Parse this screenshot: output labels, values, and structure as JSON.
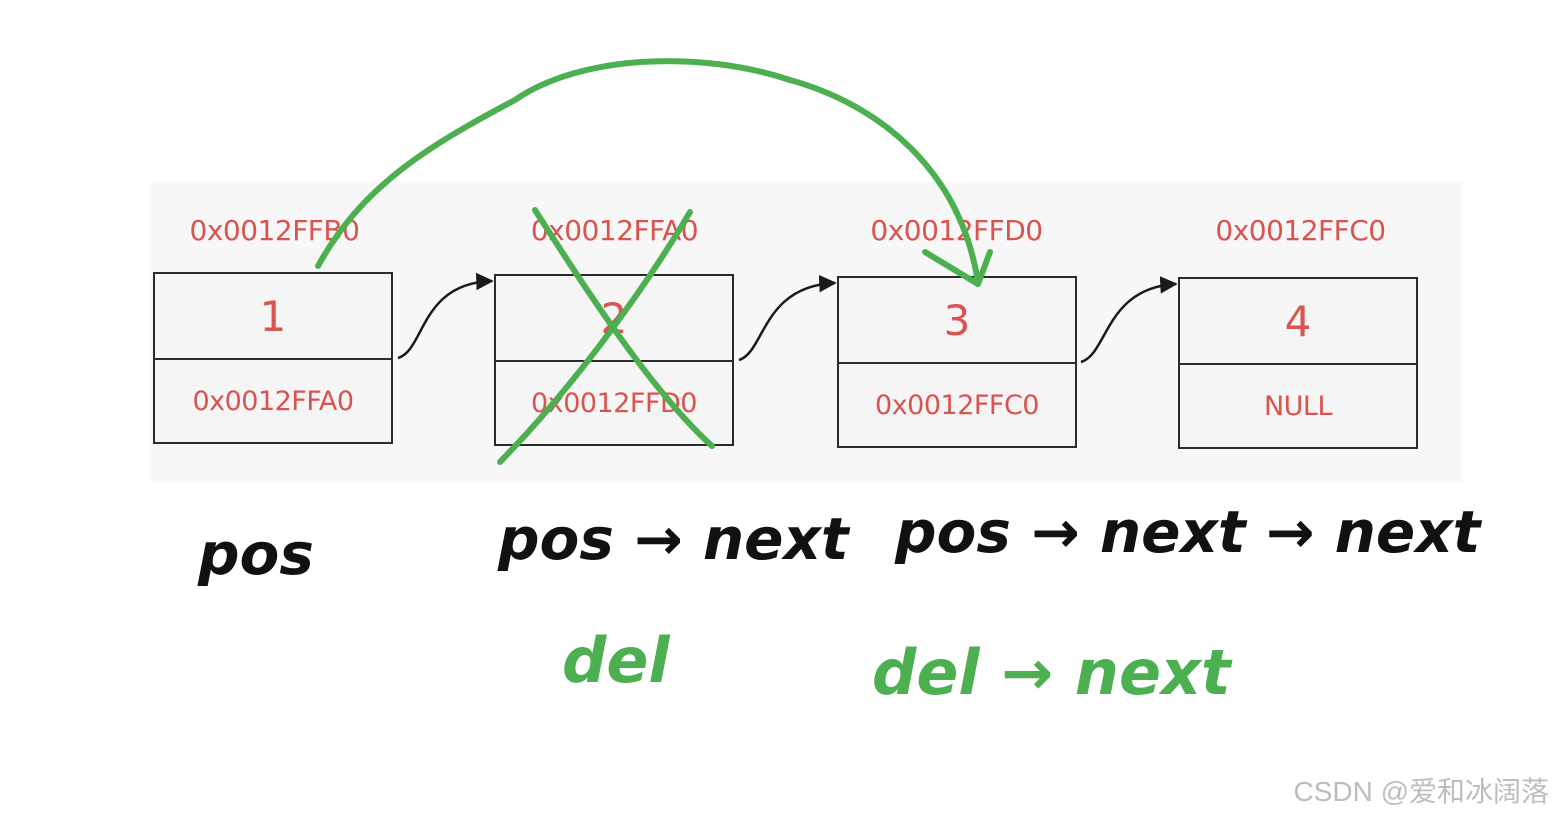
{
  "nodes": [
    {
      "address": "0x0012FFB0",
      "value": "1",
      "next": "0x0012FFA0"
    },
    {
      "address": "0x0012FFA0",
      "value": "2",
      "next": "0x0012FFD0"
    },
    {
      "address": "0x0012FFD0",
      "value": "3",
      "next": "0x0012FFC0"
    },
    {
      "address": "0x0012FFC0",
      "value": "4",
      "next": "NULL"
    }
  ],
  "labels": {
    "pos": "pos",
    "pos_next": "pos → next",
    "pos_next_next": "pos → next → next",
    "del": "del",
    "del_next": "del → next"
  },
  "colors": {
    "node_text": "#d9534f",
    "annotation": "#4caf50",
    "handwriting": "#111111"
  },
  "watermark": "CSDN @爱和冰阔落"
}
